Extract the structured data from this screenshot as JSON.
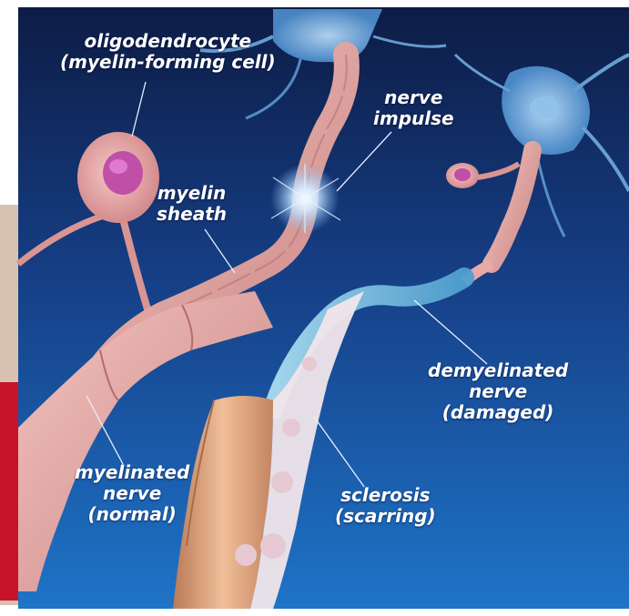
{
  "labels": {
    "oligodendrocyte": {
      "line1": "oligodendrocyte",
      "line2": "(myelin-forming cell)"
    },
    "nerve_impulse": {
      "line1": "nerve",
      "line2": "impulse"
    },
    "myelin_sheath": {
      "line1": "myelin",
      "line2": "sheath"
    },
    "demyelinated": {
      "line1": "demyelinated",
      "line2": "nerve",
      "line3": "(damaged)"
    },
    "myelinated": {
      "line1": "myelinated",
      "line2": "nerve",
      "line3": "(normal)"
    },
    "sclerosis": {
      "line1": "sclerosis",
      "line2": "(scarring)"
    }
  },
  "colors": {
    "background_top": "#0e1f4a",
    "background_bottom": "#1d6fc4",
    "myelin": "#e9a9a6",
    "myelin_shadow": "#b86f70",
    "cell_nucleus": "#c04fa8",
    "neuron_body": "#6fb6e6",
    "scar": "#f1e6ea",
    "demyelinated_axon": "#8fc9e6",
    "left_photo_red": "#c8142a"
  }
}
